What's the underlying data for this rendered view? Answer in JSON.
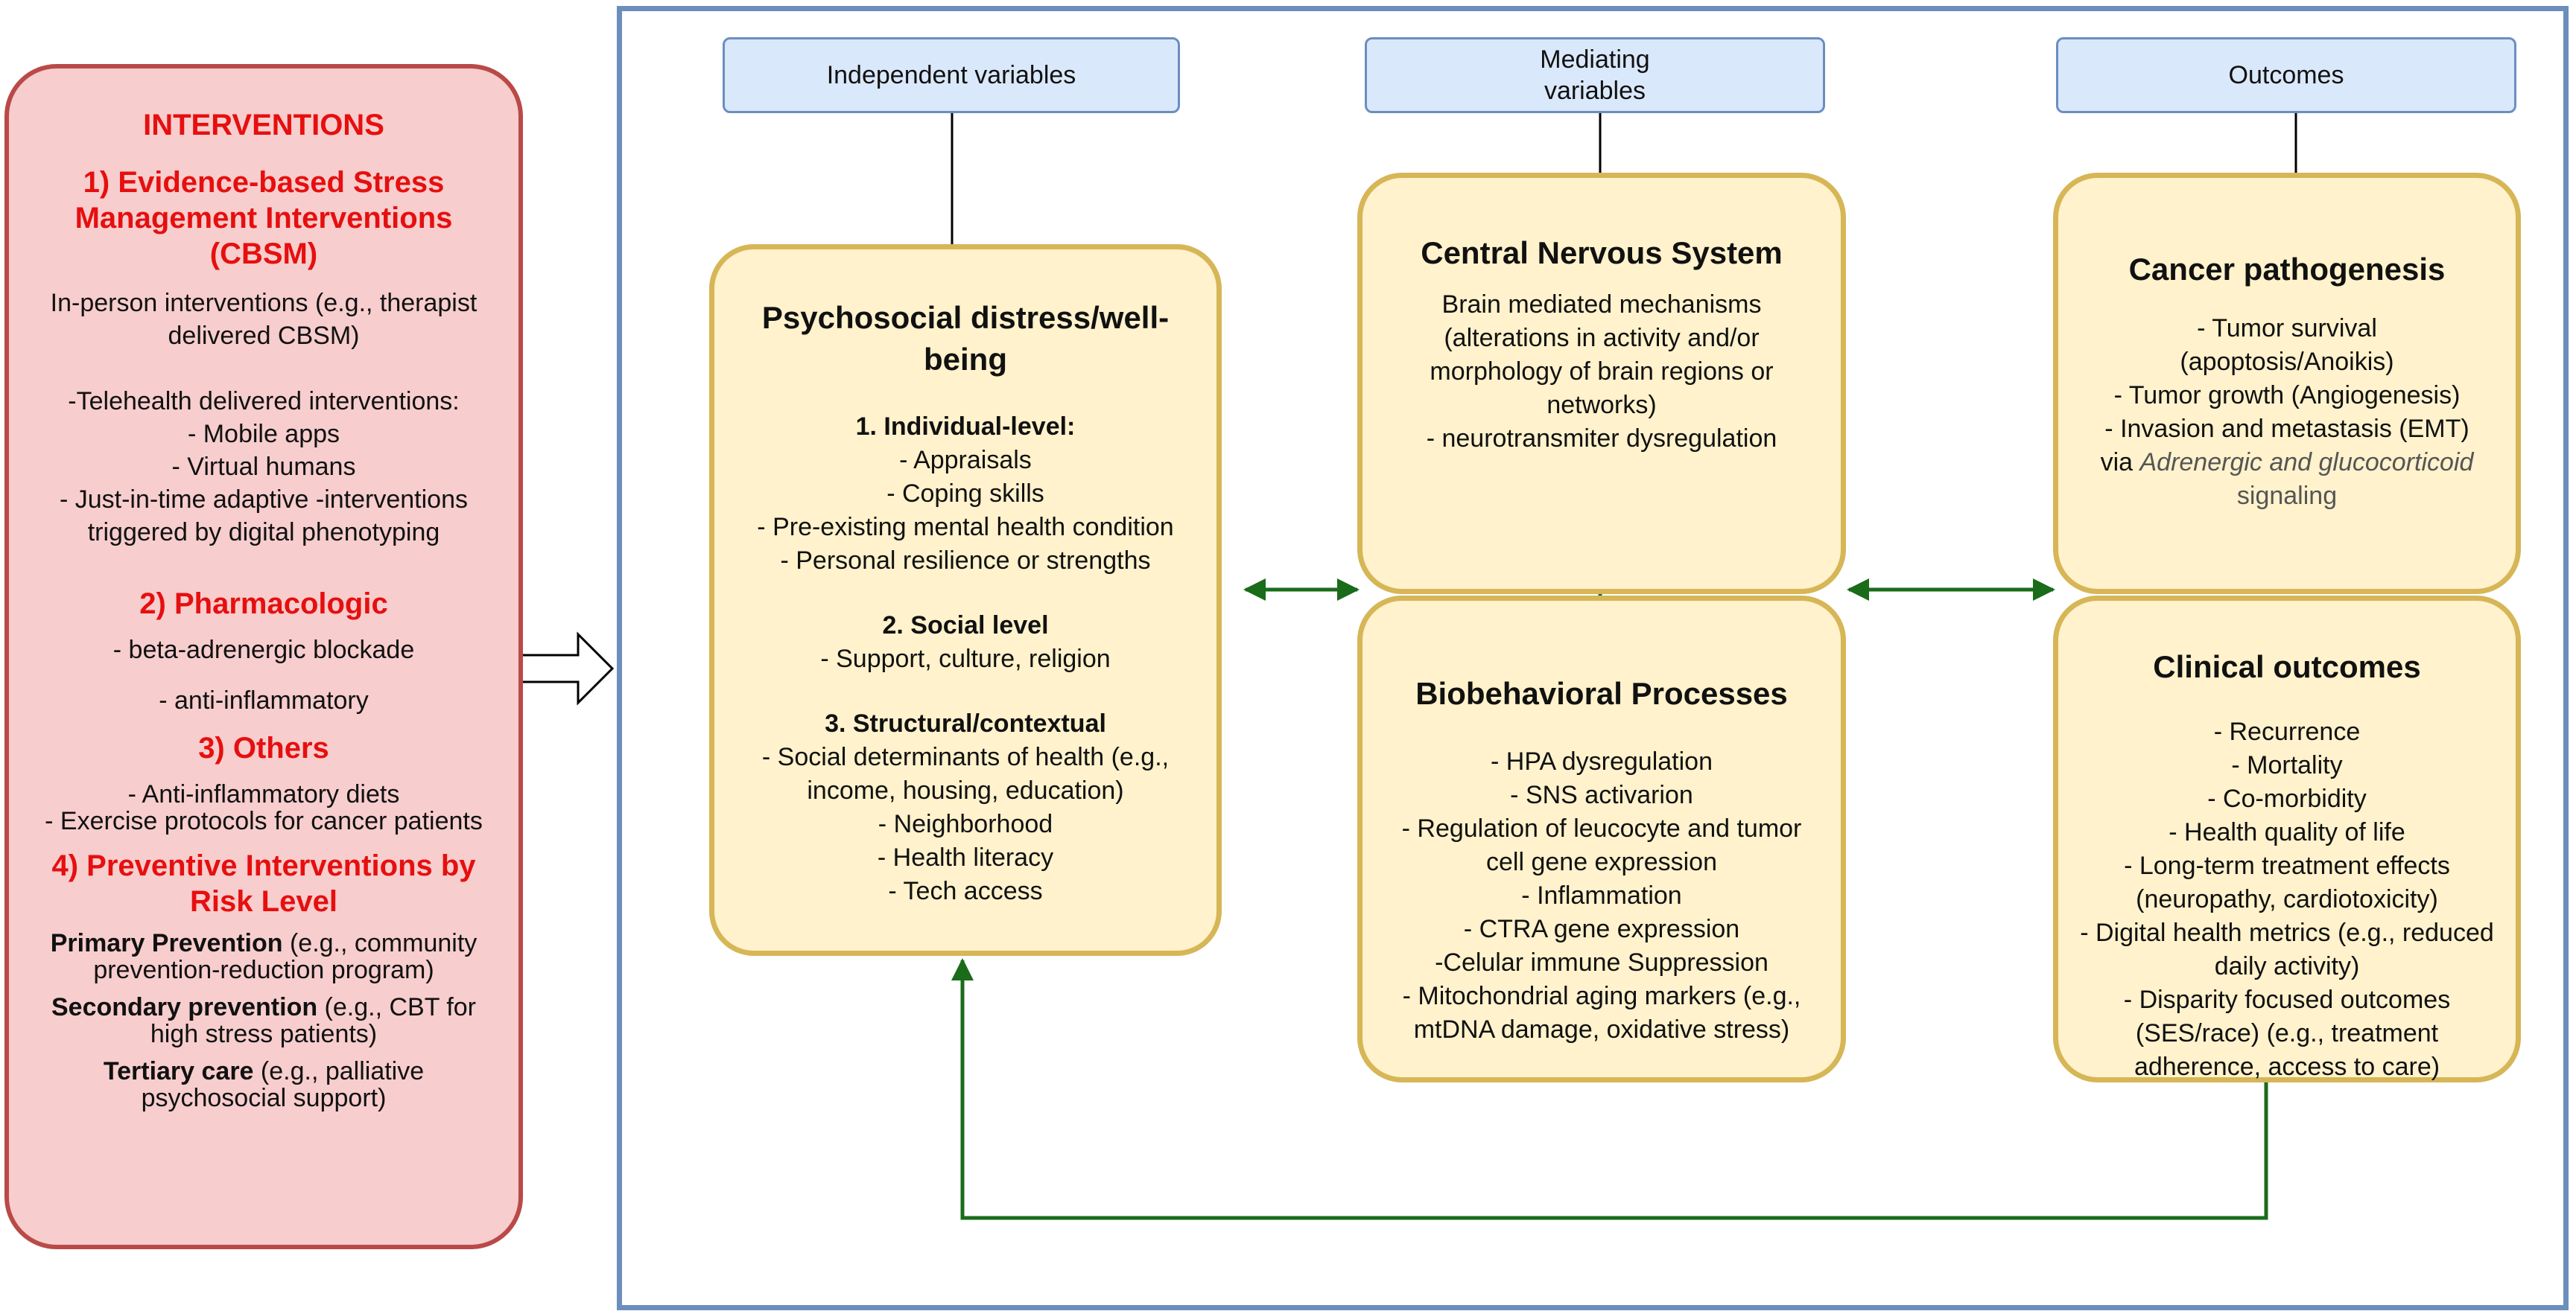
{
  "interventions": {
    "title": "INTERVENTIONS",
    "cbsm": {
      "heading_line1": "1) Evidence-based Stress",
      "heading_line2": "Management Interventions",
      "heading_line3": "(CBSM)",
      "items": [
        "In-person interventions (e.g., therapist",
        "delivered CBSM)",
        "",
        "-Telehealth delivered interventions:",
        "- Mobile apps",
        "- Virtual humans",
        "- Just-in-time adaptive -interventions",
        "triggered by digital phenotyping"
      ]
    },
    "pharmacologic": {
      "heading": "2) Pharmacologic",
      "items": [
        "- beta-adrenergic blockade",
        "- anti-inflammatory"
      ]
    },
    "others": {
      "heading": "3) Others",
      "items": [
        "- Anti-inflammatory diets",
        "- Exercise protocols for cancer patients"
      ]
    },
    "preventive": {
      "heading_line1": "4) Preventive Interventions by",
      "heading_line2": "Risk Level",
      "primary_label": "Primary Prevention",
      "primary_text1": " (e.g., community",
      "primary_text2": "prevention-reduction program)",
      "secondary_label": "Secondary prevention",
      "secondary_text1": " (e.g., CBT for",
      "secondary_text2": "high stress patients)",
      "tertiary_label": "Tertiary care",
      "tertiary_text1": " (e.g., palliative",
      "tertiary_text2": "psychosocial support)"
    }
  },
  "headers": {
    "independent": "Independent variables",
    "mediating_line1": "Mediating",
    "mediating_line2": "variables",
    "outcomes": "Outcomes"
  },
  "psychosocial": {
    "title_line1": "Psychosocial distress/well-",
    "title_line2": "being",
    "individual_heading": "1. Individual-level:",
    "individual_items": [
      "- Appraisals",
      "-  Coping skills",
      "- Pre-existing mental health condition",
      "- Personal resilience or strengths"
    ],
    "social_heading": "2. Social level",
    "social_items": [
      "- Support, culture, religion"
    ],
    "structural_heading": "3. Structural/contextual",
    "structural_items": [
      "- Social determinants of health (e.g.,",
      "income, housing, education)",
      "- Neighborhood",
      "- Health literacy",
      "- Tech access"
    ]
  },
  "cns": {
    "title": "Central Nervous System",
    "items": [
      "Brain mediated mechanisms",
      "(alterations in activity and/or",
      "morphology of brain regions or",
      "networks)",
      "- neurotransmiter dysregulation"
    ]
  },
  "biobehavioral": {
    "title": "Biobehavioral Processes",
    "items": [
      "- HPA dysregulation",
      "- SNS activarion",
      "- Regulation of leucocyte and tumor",
      "cell gene expression",
      "- Inflammation",
      "- CTRA gene expression",
      "-Celular immune Suppression",
      "- Mitochondrial aging markers (e.g.,",
      "mtDNA damage, oxidative stress)"
    ]
  },
  "cancer": {
    "title": "Cancer pathogenesis",
    "items": [
      "- Tumor survival",
      "(apoptosis/Anoikis)",
      "- Tumor growth (Angiogenesis)",
      "- Invasion and metastasis (EMT)"
    ],
    "via_prefix": "via ",
    "via_rest": "Adrenergic and glucocorticoid",
    "via_last": "signaling"
  },
  "clinical": {
    "title": "Clinical outcomes",
    "items": [
      "- Recurrence",
      "- Mortality",
      "- Co-morbidity",
      "- Health quality of life",
      "- Long-term treatment effects",
      "(neuropathy, cardiotoxicity)",
      "- Digital health metrics (e.g., reduced",
      "daily activity)",
      "- Disparity focused outcomes",
      "(SES/race) (e.g., treatment",
      "adherence, access to care)"
    ]
  },
  "colors": {
    "intervention_fill": "#f7cdcd",
    "intervention_border": "#b94a48",
    "heading_red": "#e60f0f",
    "frame_blue": "#6c8ebf",
    "header_fill": "#dae8fc",
    "box_fill": "#fff2cc",
    "box_border": "#d6b656",
    "arrow_green": "#1a6b1a"
  }
}
